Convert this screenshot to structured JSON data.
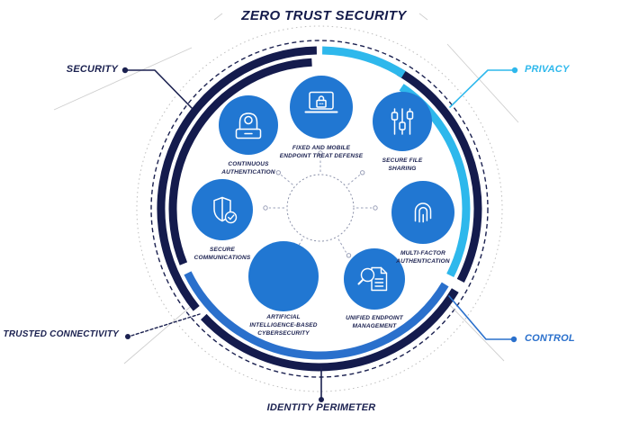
{
  "title": "ZERO TRUST SECURITY",
  "colors": {
    "navy": "#141b4d",
    "cyan": "#2eb8ec",
    "royal_blue": "#2a70cc",
    "node_blue": "#2177d2",
    "label_navy": "#1b2150"
  },
  "callouts": {
    "security": {
      "label": "SECURITY",
      "color": "#1b2150"
    },
    "privacy": {
      "label": "PRIVACY",
      "color": "#2eb8ec"
    },
    "trusted": {
      "label": "TRUSTED CONNECTIVITY",
      "color": "#1b2150"
    },
    "control": {
      "label": "CONTROL",
      "color": "#2a70cc"
    },
    "identity": {
      "label": "IDENTITY PERIMETER",
      "color": "#1b2150"
    }
  },
  "nodes": [
    {
      "id": "continuous-authentication",
      "icon": "webcam-person-icon",
      "lines": [
        "CONTINUOUS",
        "AUTHENTICATION",
        ""
      ]
    },
    {
      "id": "fixed-mobile-endpoint",
      "icon": "laptop-lock-icon",
      "lines": [
        "FIXED AND MOBILE",
        "ENDPOINT TREAT DEFENSE",
        ""
      ]
    },
    {
      "id": "secure-file-sharing",
      "icon": "sliders-icon",
      "lines": [
        "SECURE FILE",
        "SHARING",
        ""
      ]
    },
    {
      "id": "secure-communications",
      "icon": "shield-check-icon",
      "lines": [
        "SECURE",
        "COMMUNICATIONS",
        ""
      ]
    },
    {
      "id": "multi-factor-authentication",
      "icon": "fingerprint-icon",
      "lines": [
        "MULTI-FACTOR",
        "AUTHENTICATION",
        ""
      ]
    },
    {
      "id": "ai-cybersecurity",
      "icon": "plain-circle",
      "lines": [
        "ARTIFICIAL",
        "INTELLIGENCE-BASED",
        "CYBERSECURITY"
      ]
    },
    {
      "id": "unified-endpoint-management",
      "icon": "magnifier-document-icon",
      "lines": [
        "UNIFIED ENDPOINT",
        "MANAGEMENT",
        ""
      ]
    }
  ]
}
